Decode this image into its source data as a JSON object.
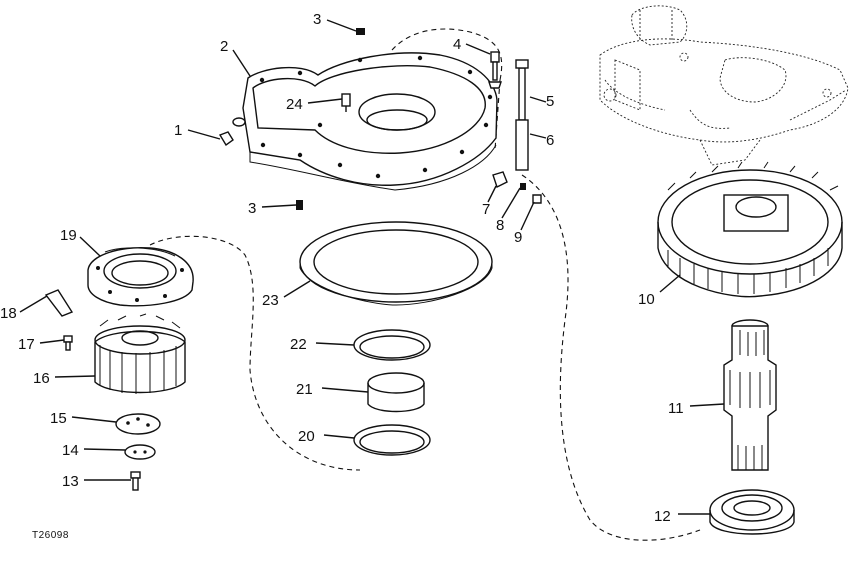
{
  "figure_id": "T26098",
  "callouts": [
    {
      "id": "c1",
      "text": "1"
    },
    {
      "id": "c2",
      "text": "2"
    },
    {
      "id": "c3a",
      "text": "3"
    },
    {
      "id": "c3b",
      "text": "3"
    },
    {
      "id": "c4",
      "text": "4"
    },
    {
      "id": "c5",
      "text": "5"
    },
    {
      "id": "c6",
      "text": "6"
    },
    {
      "id": "c7",
      "text": "7"
    },
    {
      "id": "c8",
      "text": "8"
    },
    {
      "id": "c9",
      "text": "9"
    },
    {
      "id": "c10",
      "text": "10"
    },
    {
      "id": "c11",
      "text": "11"
    },
    {
      "id": "c12",
      "text": "12"
    },
    {
      "id": "c13",
      "text": "13"
    },
    {
      "id": "c14",
      "text": "14"
    },
    {
      "id": "c15",
      "text": "15"
    },
    {
      "id": "c16",
      "text": "16"
    },
    {
      "id": "c17",
      "text": "17"
    },
    {
      "id": "c18",
      "text": "18"
    },
    {
      "id": "c19",
      "text": "19"
    },
    {
      "id": "c20",
      "text": "20"
    },
    {
      "id": "c21",
      "text": "21"
    },
    {
      "id": "c22",
      "text": "22"
    },
    {
      "id": "c23",
      "text": "23"
    },
    {
      "id": "c24",
      "text": "24"
    }
  ]
}
